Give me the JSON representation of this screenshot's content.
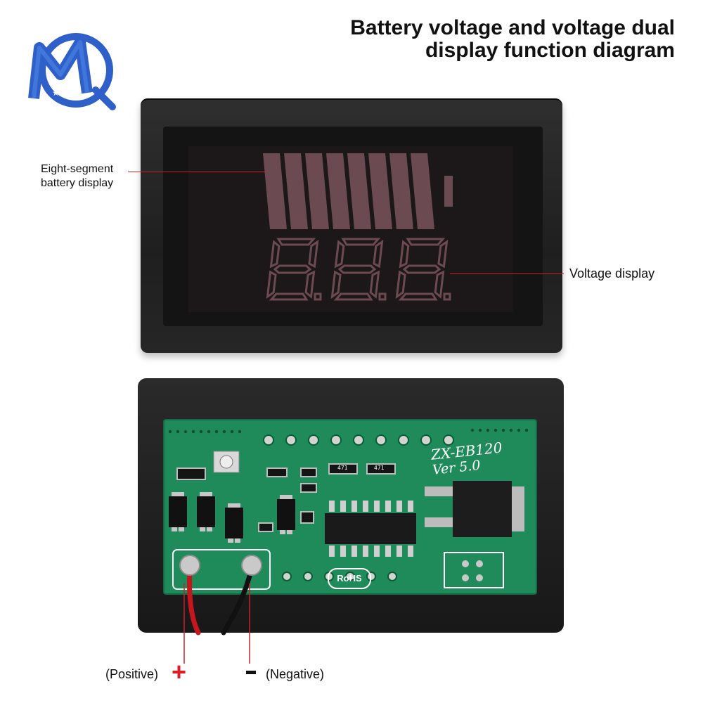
{
  "title": {
    "line1": "Battery voltage and voltage dual",
    "line2": "display function diagram"
  },
  "logo": {
    "letters": "MQ",
    "icon": "mq-brand-logo",
    "colors": {
      "primary": "#2f5fc8",
      "accent": "#ffffff"
    }
  },
  "callouts": {
    "eight_segment": {
      "line1": "Eight-segment",
      "line2": "battery display"
    },
    "voltage": "Voltage display"
  },
  "display": {
    "battery_segments": 8,
    "digits": "8.8.8."
  },
  "pcb": {
    "model": "ZX-EB120",
    "version": "Ver 5.0",
    "rohs": "RoHS",
    "resistor_codes": [
      "471",
      "471"
    ]
  },
  "wires": {
    "positive": {
      "label": "(Positive)",
      "sign": "+"
    },
    "negative": {
      "sign": "-",
      "label": "(Negative)"
    }
  },
  "colors": {
    "lead_line": "#c8202f",
    "pcb_green": "#1f8a5a",
    "segment_unlit": "#6b4a52",
    "plus_red": "#e01b24"
  }
}
